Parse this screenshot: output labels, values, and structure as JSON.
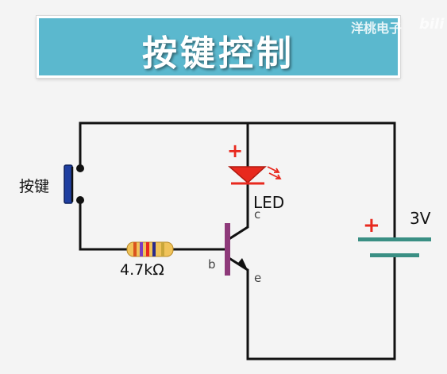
{
  "title": "按键控制",
  "watermark": "洋桃电子",
  "watermark_logo": "bili",
  "labels": {
    "button": "按键",
    "resistor": "4.7kΩ",
    "led": "LED",
    "battery": "3V",
    "collector": "c",
    "base": "b",
    "emitter": "e",
    "led_plus": "+",
    "battery_plus": "+"
  },
  "colors": {
    "banner": "#5bb8ce",
    "wire": "#111111",
    "led": "#e8291e",
    "transistor_base": "#8e3a7a",
    "battery_plate": "#3a8f84",
    "battery_plus": "#e8291e",
    "button_cap": "#1f3fa0"
  },
  "icons": {
    "led": "led-symbol",
    "button": "push-button-symbol",
    "resistor": "resistor-symbol",
    "transistor": "npn-transistor-symbol",
    "battery": "battery-symbol"
  }
}
